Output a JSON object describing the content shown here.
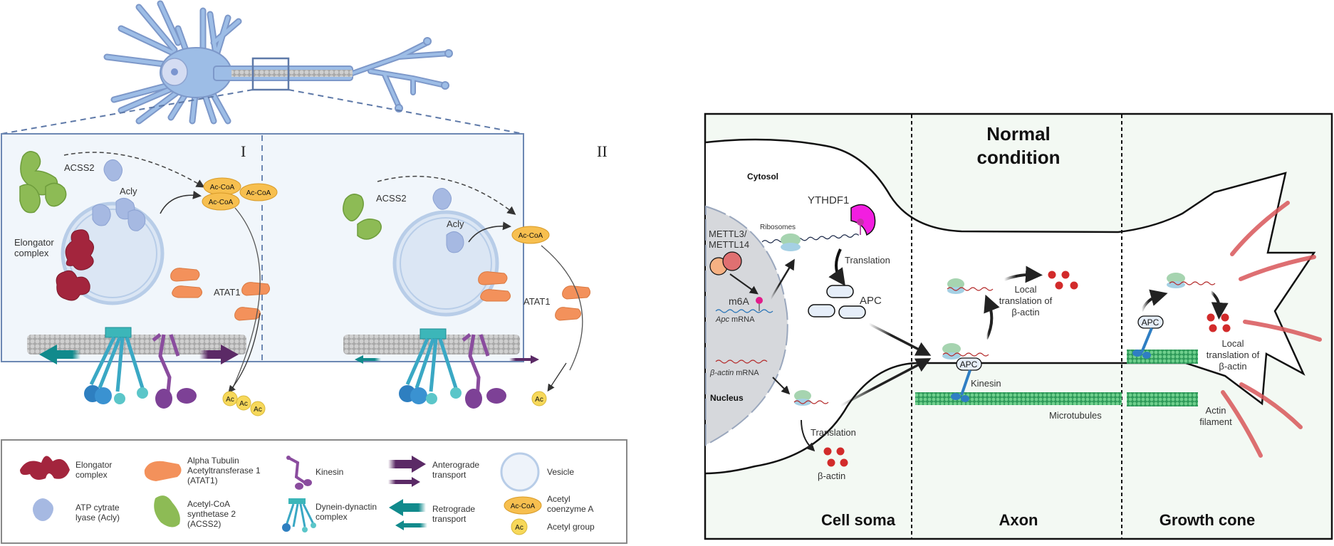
{
  "left_figure": {
    "panel_I": {
      "roman": "I",
      "labels": {
        "acss2": "ACSS2",
        "acly": "Acly",
        "elongator_line1": "Elongator",
        "elongator_line2": "complex",
        "atat1": "ATAT1",
        "accoa": "Ac-CoA",
        "ac": "Ac"
      },
      "accoa_count": 3,
      "ac_count": 3
    },
    "panel_II": {
      "roman": "II",
      "labels": {
        "acss2": "ACSS2",
        "acly": "Acly",
        "atat1": "ATAT1",
        "accoa": "Ac-CoA",
        "ac": "Ac"
      },
      "accoa_count": 1,
      "ac_count": 1
    },
    "legend": {
      "items": [
        {
          "icon": "elongator-complex-icon",
          "line1": "Elongator",
          "line2": "complex",
          "line3": ""
        },
        {
          "icon": "acly-icon",
          "line1": "ATP cytrate",
          "line2": "lyase (Acly)",
          "line3": ""
        },
        {
          "icon": "atat1-icon",
          "line1": "Alpha Tubulin",
          "line2": "Acetyltransferase 1",
          "line3": "(ATAT1)"
        },
        {
          "icon": "acss2-icon",
          "line1": "Acetyl-CoA",
          "line2": "synthetase 2",
          "line3": "(ACSS2)"
        },
        {
          "icon": "kinesin-icon",
          "line1": "Kinesin",
          "line2": "",
          "line3": ""
        },
        {
          "icon": "dynein-dynactin-icon",
          "line1": "Dynein-dynactin",
          "line2": "complex",
          "line3": ""
        },
        {
          "icon": "anterograde-arrow-icon",
          "line1": "Anterograde",
          "line2": "transport",
          "line3": ""
        },
        {
          "icon": "retrograde-arrow-icon",
          "line1": "Retrograde",
          "line2": "transport",
          "line3": ""
        },
        {
          "icon": "vesicle-icon",
          "line1": "Vesicle",
          "line2": "",
          "line3": ""
        },
        {
          "icon": "accoa-icon",
          "line1": "Acetyl",
          "line2": "coenzyme A",
          "line3": "",
          "badge": "Ac-CoA"
        },
        {
          "icon": "acetyl-group-icon",
          "line1": "Acetyl group",
          "line2": "",
          "line3": "",
          "badge": "Ac"
        }
      ]
    }
  },
  "right_figure": {
    "title_line1": "Normal",
    "title_line2": "condition",
    "regions": {
      "cytosol": "Cytosol",
      "nucleus": "Nucleus"
    },
    "labels": {
      "ythdf1": "YTHDF1",
      "ribosomes": "Ribosomes",
      "mettl_line1": "METTL3/",
      "mettl_line2": "METTL14",
      "m6a": "m6A",
      "apc_mrna_italic": "Apc",
      "apc_mrna_rest": " mRNA",
      "bactin_mrna_italic": "β-actin",
      "bactin_mrna_rest": " mRNA",
      "translation": "Translation",
      "apc": "APC",
      "beta_actin": "β-actin",
      "local_line1": "Local",
      "local_line2": "translation of",
      "local_line3": "β-actin",
      "kinesin": "Kinesin",
      "microtubules": "Microtubules",
      "actin_line1": "Actin",
      "actin_line2": "filament"
    },
    "sections": [
      "Cell soma",
      "Axon",
      "Growth cone"
    ]
  }
}
